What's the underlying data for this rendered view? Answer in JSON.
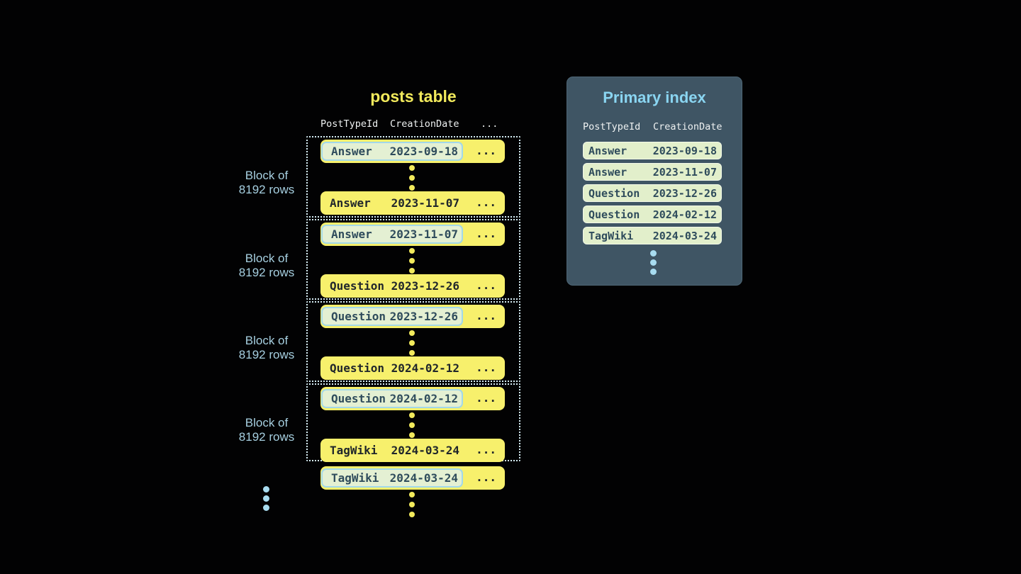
{
  "colors": {
    "background": "#020203",
    "row_yellow": "#f7f06c",
    "accent_yellow": "#f2ea5c",
    "dark_text": "#20262b",
    "slate_text": "#2f4c5c",
    "highlight_cell_bg": "#e4f0d3",
    "highlight_cell_border": "#a2d8e9",
    "dotted_border": "#d6edf5",
    "light_blue": "#a6cfe0",
    "blue_dot": "#a8dcf0",
    "panel_bg": "#3f5564",
    "panel_border": "#4e6676",
    "index_title_blue": "#8ad5f1",
    "index_row_bg": "#e2efcb",
    "index_row_border": "#f2f8e8",
    "header_text": "#eef1f1"
  },
  "posts_table": {
    "title": "posts table",
    "columns": [
      "PostTypeId",
      "CreationDate",
      "..."
    ],
    "row_ellipsis": "...",
    "block_label_lines": [
      "Block of",
      "8192 rows"
    ],
    "blocks": [
      {
        "first_row": {
          "post_type": "Answer",
          "creation_date": "2023-09-18"
        },
        "last_row": {
          "post_type": "Answer",
          "creation_date": "2023-11-07"
        }
      },
      {
        "first_row": {
          "post_type": "Answer",
          "creation_date": "2023-11-07"
        },
        "last_row": {
          "post_type": "Question",
          "creation_date": "2023-12-26"
        }
      },
      {
        "first_row": {
          "post_type": "Question",
          "creation_date": "2023-12-26"
        },
        "last_row": {
          "post_type": "Question",
          "creation_date": "2024-02-12"
        }
      },
      {
        "first_row": {
          "post_type": "Question",
          "creation_date": "2024-02-12"
        },
        "last_row": {
          "post_type": "TagWiki",
          "creation_date": "2024-03-24"
        }
      }
    ],
    "overflow_row": {
      "post_type": "TagWiki",
      "creation_date": "2024-03-24"
    }
  },
  "primary_index": {
    "title": "Primary index",
    "columns": [
      "PostTypeId",
      "CreationDate"
    ],
    "rows": [
      {
        "post_type": "Answer",
        "creation_date": "2023-09-18"
      },
      {
        "post_type": "Answer",
        "creation_date": "2023-11-07"
      },
      {
        "post_type": "Question",
        "creation_date": "2023-12-26"
      },
      {
        "post_type": "Question",
        "creation_date": "2024-02-12"
      },
      {
        "post_type": "TagWiki",
        "creation_date": "2024-03-24"
      }
    ]
  }
}
